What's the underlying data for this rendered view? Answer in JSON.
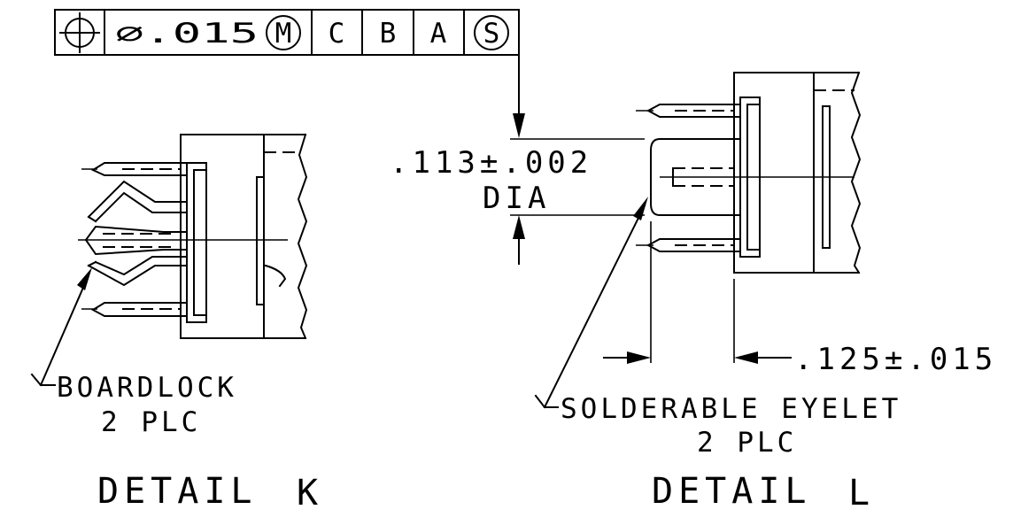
{
  "fcf": {
    "symbol": "⌖",
    "tolerance": "∅.015",
    "modifier_m": "M",
    "datum_c": "C",
    "datum_b": "B",
    "datum_a": "A",
    "modifier_s": "S"
  },
  "dimensions": {
    "dia_value": ".113±.002",
    "dia_unit": "DIA",
    "eyelet_length": ".125±.015"
  },
  "labels": {
    "boardlock_line1": "BOARDLOCK",
    "boardlock_line2": "2 PLC",
    "eyelet_line1": "SOLDERABLE EYELET",
    "eyelet_line2": "2 PLC",
    "detail_k_word": "DETAIL",
    "detail_k_letter": "K",
    "detail_l_word": "DETAIL",
    "detail_l_letter": "L"
  }
}
